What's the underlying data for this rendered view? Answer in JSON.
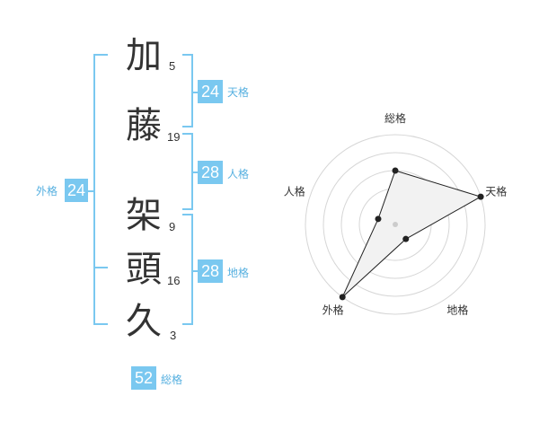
{
  "name_chars": [
    {
      "char": "加",
      "strokes": "5"
    },
    {
      "char": "藤",
      "strokes": "19"
    },
    {
      "char": "架",
      "strokes": "9"
    },
    {
      "char": "頭",
      "strokes": "16"
    },
    {
      "char": "久",
      "strokes": "3"
    }
  ],
  "fortunes": {
    "tenkaku": {
      "value": "24",
      "label": "天格"
    },
    "jinkaku": {
      "value": "28",
      "label": "人格"
    },
    "chikaku": {
      "value": "28",
      "label": "地格"
    },
    "gaikaku": {
      "value": "24",
      "label": "外格"
    },
    "soukaku": {
      "value": "52",
      "label": "総格"
    }
  },
  "colors": {
    "accent": "#7ac8f0",
    "label": "#56b0e0",
    "radar_fill": "#f2f2f2"
  },
  "chart_data": {
    "type": "radar",
    "axes": [
      "総格",
      "天格",
      "地格",
      "外格",
      "人格"
    ],
    "values": [
      3,
      5,
      1,
      5,
      1
    ],
    "rmax": 5,
    "grid_rings": 5
  }
}
